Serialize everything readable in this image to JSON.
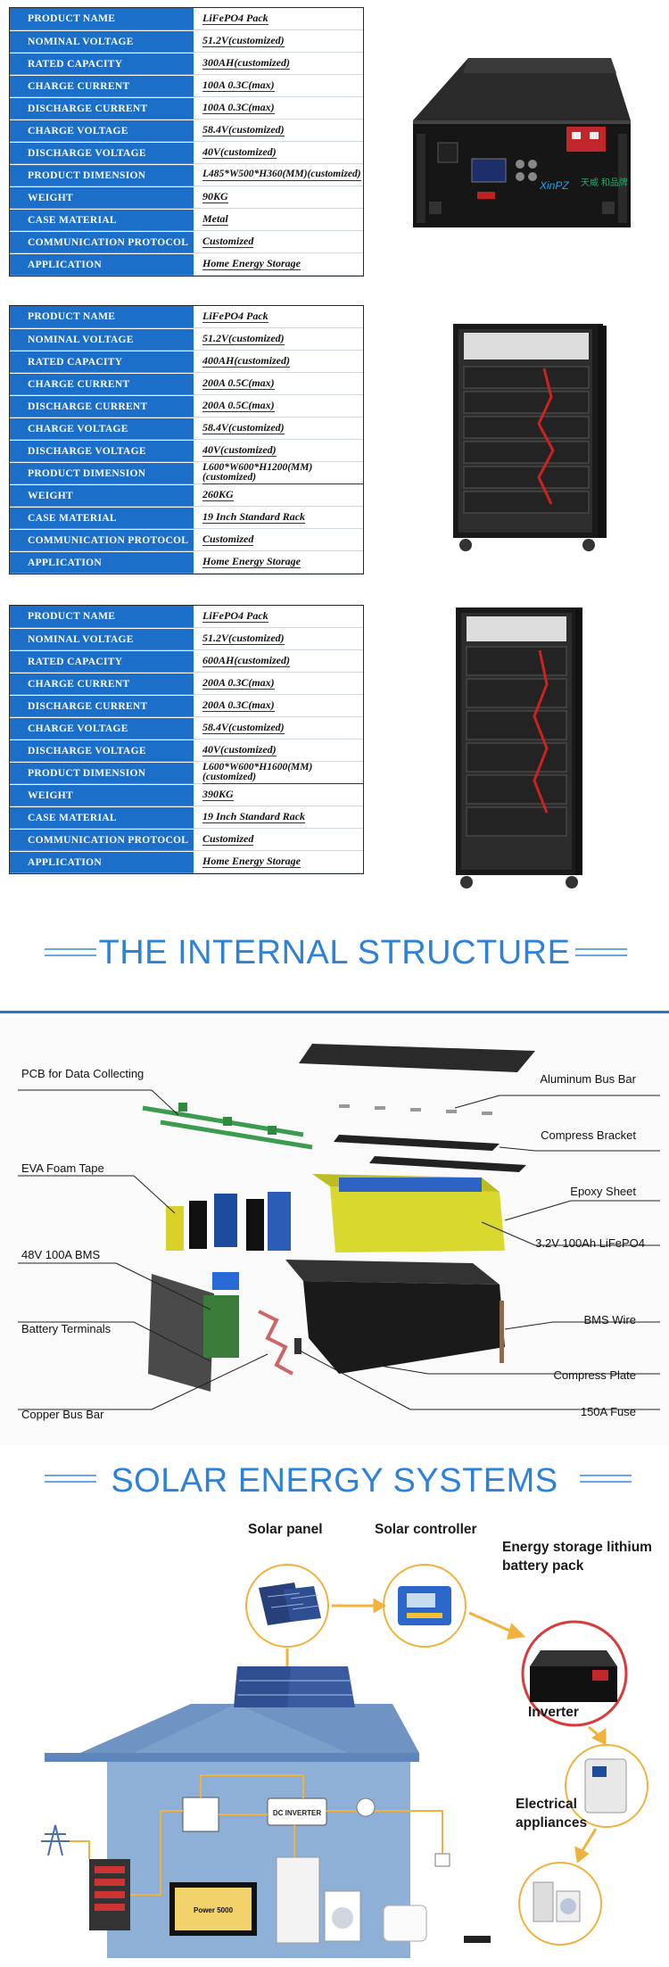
{
  "specs": [
    {
      "rows": [
        [
          "PRODUCT NAME",
          "LiFePO4 Pack"
        ],
        [
          "NOMINAL VOLTAGE",
          "51.2V(customized)"
        ],
        [
          "RATED CAPACITY",
          "300AH(customized)"
        ],
        [
          "CHARGE CURRENT",
          "100A 0.3C(max)"
        ],
        [
          "DISCHARGE CURRENT",
          "100A 0.3C(max)"
        ],
        [
          "CHARGE VOLTAGE",
          "58.4V(customized)"
        ],
        [
          "DISCHARGE VOLTAGE",
          "40V(customized)"
        ],
        [
          "PRODUCT DIMENSION",
          "L485*W500*H360(MM)(customized)"
        ],
        [
          "WEIGHT",
          "90KG"
        ],
        [
          "CASE MATERIAL",
          "Metal"
        ],
        [
          "COMMUNICATION PROTOCOL",
          "Customized"
        ],
        [
          "APPLICATION",
          "Home Energy Storage"
        ]
      ]
    },
    {
      "rows": [
        [
          "PRODUCT NAME",
          "LiFePO4 Pack"
        ],
        [
          "NOMINAL VOLTAGE",
          "51.2V(customized)"
        ],
        [
          "RATED CAPACITY",
          "400AH(customized)"
        ],
        [
          "CHARGE CURRENT",
          "200A 0.5C(max)"
        ],
        [
          "DISCHARGE CURRENT",
          "200A 0.5C(max)"
        ],
        [
          "CHARGE VOLTAGE",
          "58.4V(customized)"
        ],
        [
          "DISCHARGE VOLTAGE",
          "40V(customized)"
        ],
        [
          "PRODUCT DIMENSION",
          "L600*W600*H1200(MM)(customized)"
        ],
        [
          "WEIGHT",
          "260KG"
        ],
        [
          "CASE MATERIAL",
          "19 Inch Standard Rack"
        ],
        [
          "COMMUNICATION PROTOCOL",
          "Customized"
        ],
        [
          "APPLICATION",
          "Home Energy Storage"
        ]
      ]
    },
    {
      "rows": [
        [
          "PRODUCT NAME",
          "LiFePO4 Pack"
        ],
        [
          "NOMINAL VOLTAGE",
          "51.2V(customized)"
        ],
        [
          "RATED CAPACITY",
          "600AH(customized)"
        ],
        [
          "CHARGE CURRENT",
          "200A 0.3C(max)"
        ],
        [
          "DISCHARGE CURRENT",
          "200A 0.3C(max)"
        ],
        [
          "CHARGE VOLTAGE",
          "58.4V(customized)"
        ],
        [
          "DISCHARGE VOLTAGE",
          "40V(customized)"
        ],
        [
          "PRODUCT DIMENSION",
          "L600*W600*H1600(MM)(customized)"
        ],
        [
          "WEIGHT",
          "390KG"
        ],
        [
          "CASE MATERIAL",
          "19 Inch Standard Rack"
        ],
        [
          "COMMUNICATION PROTOCOL",
          "Customized"
        ],
        [
          "APPLICATION",
          "Home Energy Storage"
        ]
      ]
    }
  ],
  "brand_logo": {
    "text": "XinPZ",
    "cn": "天威 和品牌"
  },
  "internal": {
    "title": "THE INTERNAL STRUCTURE",
    "labels_left": [
      "PCB for Data Collecting",
      "EVA Foam Tape",
      "48V 100A BMS",
      "Battery Terminals",
      "Copper Bus Bar"
    ],
    "labels_right": [
      "Aluminum Bus Bar",
      "Compress Bracket",
      "Epoxy Sheet",
      "3.2V 100Ah LiFePO4",
      "BMS Wire",
      "Compress Plate",
      "150A Fuse"
    ]
  },
  "solar": {
    "title": "SOLAR ENERGY SYSTEMS",
    "solar_panel": "Solar panel",
    "solar_controller": "Solar controller",
    "battery_line1": "Energy storage lithium",
    "battery_line2": "battery pack",
    "inverter": "Inverter",
    "appliances_line1": "Electrical",
    "appliances_line2": "appliances",
    "dc_inverter": "DC INVERTER",
    "tv_text": "Power 5000"
  },
  "colors": {
    "header_blue": "#1b6fc8",
    "title_blue": "#2d82d8",
    "arrow": "#f0b23c",
    "house_wall": "#7b9ec6"
  }
}
